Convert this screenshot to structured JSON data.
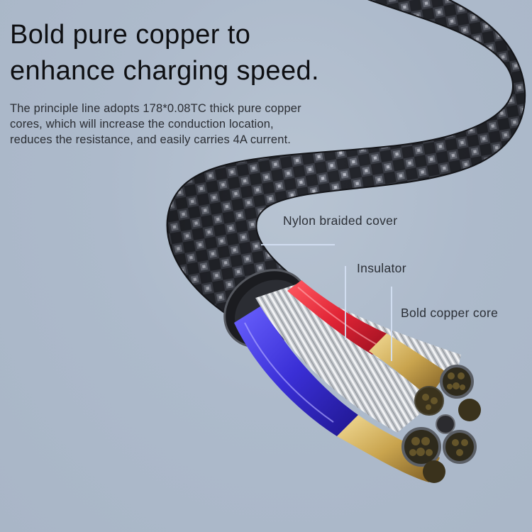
{
  "headline": {
    "line1": "Bold pure copper to",
    "line2": "enhance charging speed."
  },
  "body": {
    "line1": "The principle line adopts 178*0.08TC thick pure copper",
    "line2": "cores, which will increase the conduction location,",
    "line3": "reduces the resistance, and easily carries 4A current."
  },
  "callouts": {
    "nylon": "Nylon braided cover",
    "insulator": "Insulator",
    "core": "Bold copper core"
  },
  "colors": {
    "background": "#aab7c8",
    "braid": "#2a2c33",
    "insulator_red": "#e02435",
    "insulator_blue": "#3a2fd6",
    "copper": "#c9a44e",
    "leader_line": "#d4e0f4"
  }
}
